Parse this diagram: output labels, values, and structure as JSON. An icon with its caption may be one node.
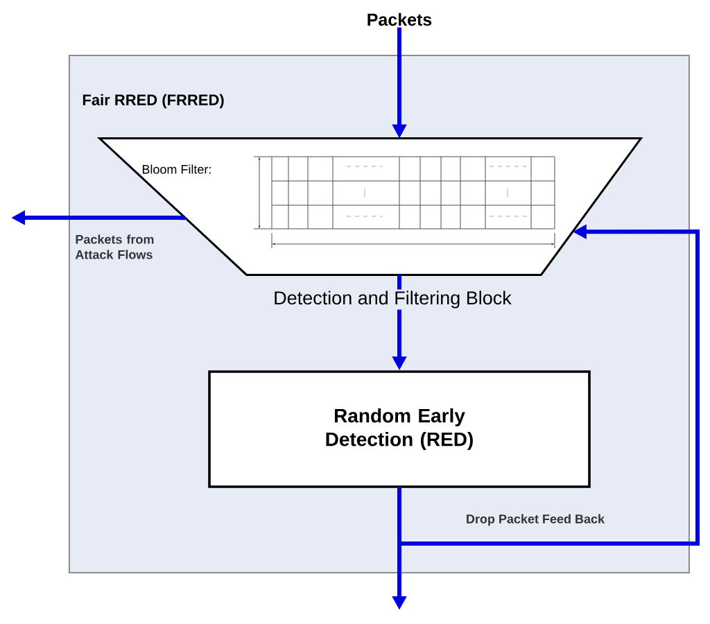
{
  "diagram": {
    "nodes": [
      {
        "text": [
          "Fair RRED (FRRED)"
        ]
      },
      {
        "text": [
          "Bloom Filter:",
          "Detection and Filtering Block"
        ],
        "in": 0
      },
      {
        "text": [
          "Random Early Detection (RED)"
        ],
        "in": 0
      },
      {
        "text": [
          "Packets"
        ]
      }
    ],
    "edges": [
      {
        "from": 3,
        "to": 1,
        "arrow": "to"
      },
      {
        "from": 1,
        "to": 2,
        "arrow": "to"
      },
      {
        "from": 2,
        "to": null,
        "arrow": "to"
      },
      {
        "from": 2,
        "to": 1,
        "arrow": "to",
        "label": "Drop Packet Feed Back"
      },
      {
        "from": 1,
        "to": null,
        "arrow": "to",
        "label": "Packets from Attack Flows"
      }
    ]
  }
}
